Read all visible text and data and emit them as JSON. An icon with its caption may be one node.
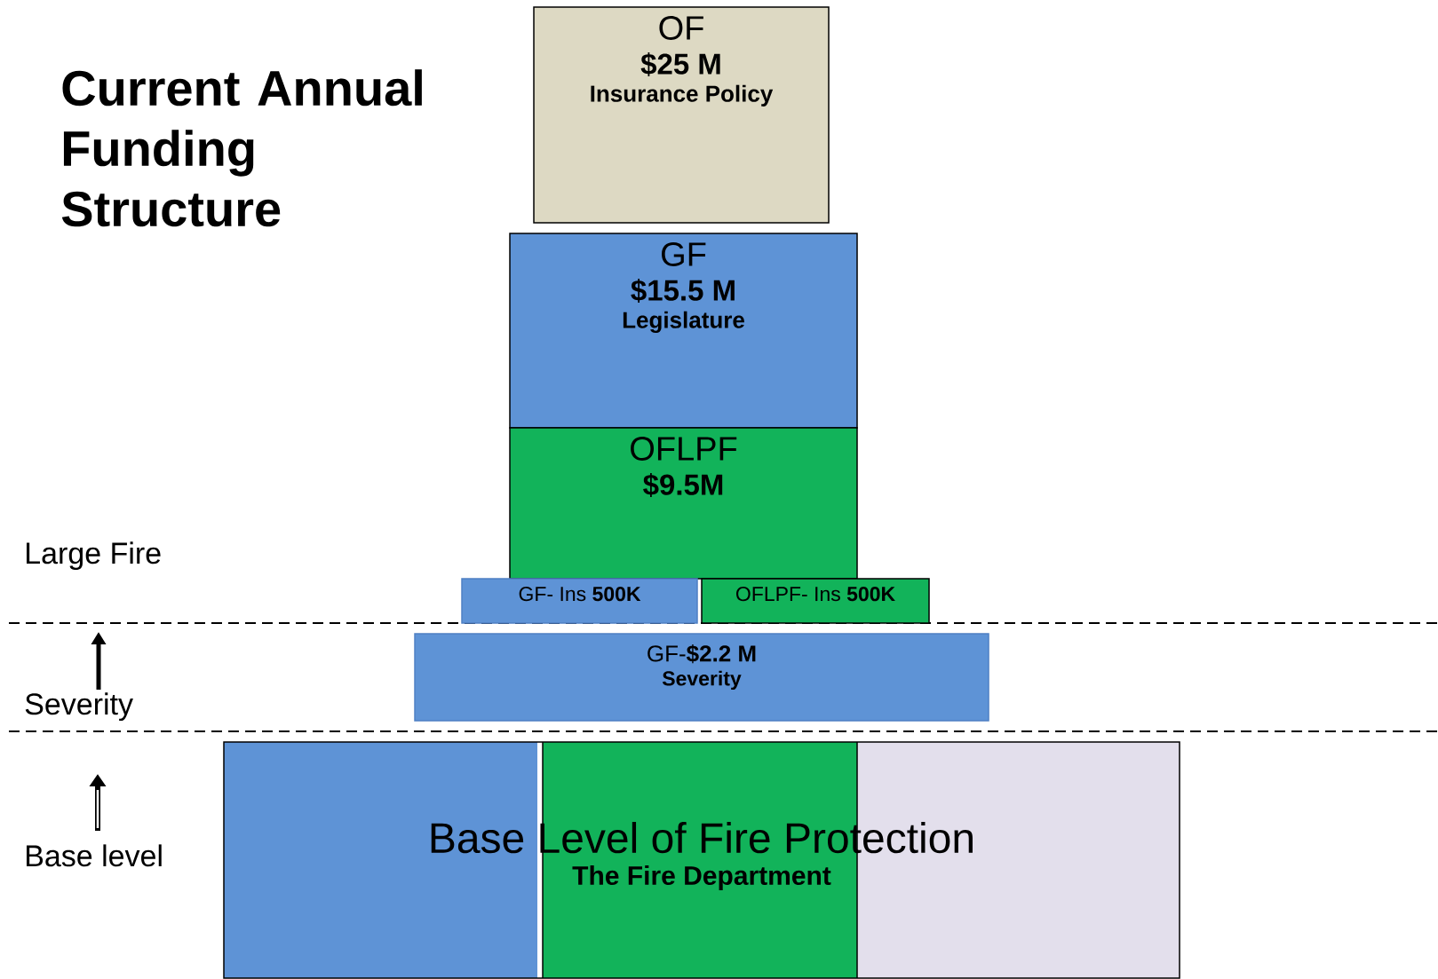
{
  "diagram": {
    "title": "Current Annual Funding Structure",
    "nodes": [
      {
        "text": [
          "OF",
          "$25 M",
          "Insurance Policy"
        ]
      },
      {
        "text": [
          "GF",
          "$15.5 M",
          "Legislature"
        ]
      },
      {
        "text": [
          "OFLPF",
          "$9.5M"
        ]
      },
      {
        "text": [
          "GF- Ins **500K**"
        ]
      },
      {
        "text": [
          "OFLPF- Ins **500K**"
        ]
      },
      {
        "text": [
          "GF-**$2.2 M**",
          "Severity"
        ]
      },
      {
        "text": [
          "Base Level of Fire Protection",
          "The Fire Department"
        ]
      }
    ],
    "labels": [
      "Large Fire",
      "Severity",
      "Base level"
    ]
  }
}
